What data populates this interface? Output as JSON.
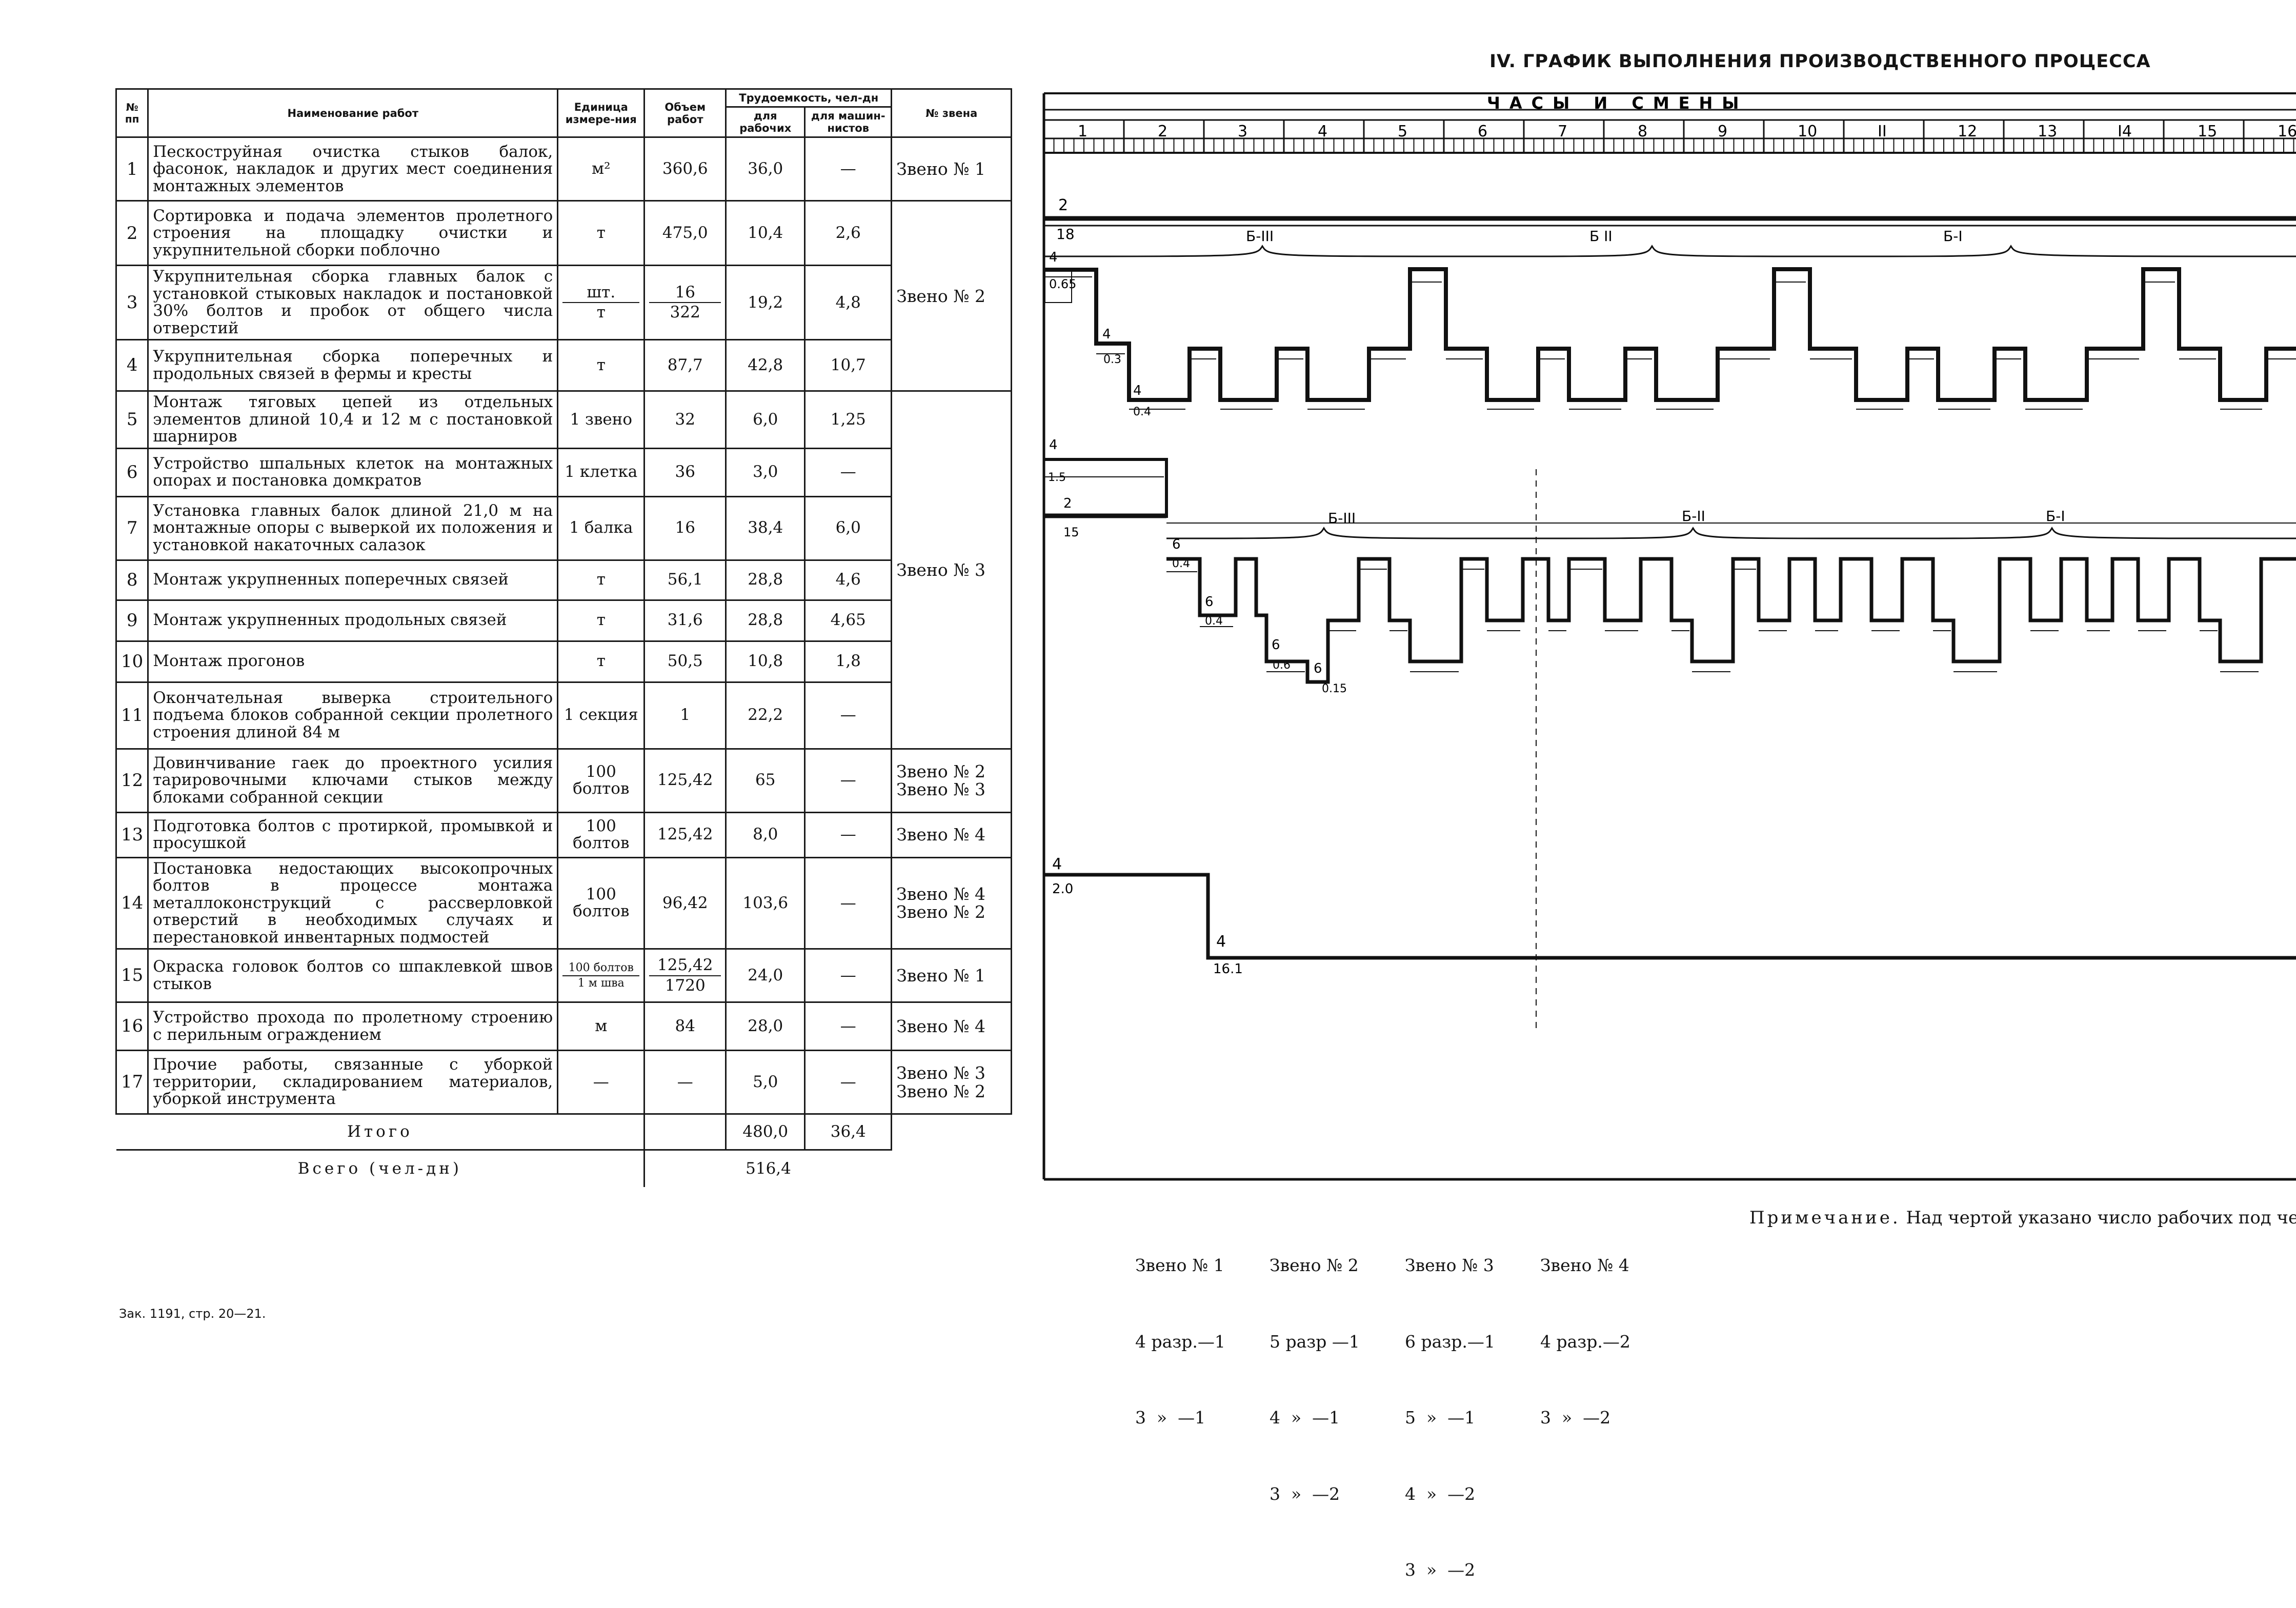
{
  "title": "IV. ГРАФИК ВЫПОЛНЕНИЯ ПРОИЗВОДСТВЕННОГО ПРОЦЕССА",
  "table": {
    "headers": {
      "num": "№ пп",
      "name": "Наименование работ",
      "unit": "Единица измере-ния",
      "volume": "Объем работ",
      "labor": "Трудоемкость, чел-дн",
      "labor_workers": "для рабочих",
      "labor_machinists": "для машин-нистов",
      "brigade": "№ звена"
    },
    "rows": [
      {
        "num": "1",
        "name": "Пескоструйная очистка стыков балок, фасонок, накладок и других мест соединения монтажных элементов",
        "unit": "м²",
        "volume": "360,6",
        "workers": "36,0",
        "machinists": "—"
      },
      {
        "num": "2",
        "name": "Сортировка и подача элементов пролетного строения на площадку очистки и укрупнительной сборки поблочно",
        "unit": "т",
        "volume": "475,0",
        "workers": "10,4",
        "machinists": "2,6"
      },
      {
        "num": "3",
        "name": "Укрупнительная сборка главных балок с установкой стыковых накладок и постановкой 30% болтов и пробок от общего числа отверстий",
        "unit_top": "шт.",
        "unit_bottom": "т",
        "volume_top": "16",
        "volume_bottom": "322",
        "workers": "19,2",
        "machinists": "4,8"
      },
      {
        "num": "4",
        "name": "Укрупнительная сборка поперечных и продольных связей в фермы и кресты",
        "unit": "т",
        "volume": "87,7",
        "workers": "42,8",
        "machinists": "10,7"
      },
      {
        "num": "5",
        "name": "Монтаж тяговых цепей из отдельных элементов длиной 10,4 и 12 м с постановкой шарниров",
        "unit": "1 звено",
        "volume": "32",
        "workers": "6,0",
        "machinists": "1,25"
      },
      {
        "num": "6",
        "name": "Устройство шпальных клеток на монтажных опорах и постановка домкратов",
        "unit": "1 клетка",
        "volume": "36",
        "workers": "3,0",
        "machinists": "—"
      },
      {
        "num": "7",
        "name": "Установка главных балок длиной 21,0 м на монтажные опоры с выверкой их положения и установкой накаточных салазок",
        "unit": "1 балка",
        "volume": "16",
        "workers": "38,4",
        "machinists": "6,0"
      },
      {
        "num": "8",
        "name": "Монтаж укрупненных поперечных связей",
        "unit": "т",
        "volume": "56,1",
        "workers": "28,8",
        "machinists": "4,6"
      },
      {
        "num": "9",
        "name": "Монтаж укрупненных продольных связей",
        "unit": "т",
        "volume": "31,6",
        "workers": "28,8",
        "machinists": "4,65"
      },
      {
        "num": "10",
        "name": "Монтаж прогонов",
        "unit": "т",
        "volume": "50,5",
        "workers": "10,8",
        "machinists": "1,8"
      },
      {
        "num": "11",
        "name": "Окончательная выверка строительного подъема блоков собранной секции пролетного строения длиной 84 м",
        "unit": "1 секция",
        "volume": "1",
        "workers": "22,2",
        "machinists": "—"
      },
      {
        "num": "12",
        "name": "Довинчивание гаек до проектного усилия тарировочными ключами стыков между блоками собранной секции",
        "unit": "100 болтов",
        "volume": "125,42",
        "workers": "65",
        "machinists": "—",
        "brigade": "Звено № 2\nЗвено № 3"
      },
      {
        "num": "13",
        "name": "Подготовка болтов с протиркой, промывкой и просушкой",
        "unit": "100 болтов",
        "volume": "125,42",
        "workers": "8,0",
        "machinists": "—",
        "brigade": "Звено № 4"
      },
      {
        "num": "14",
        "name": "Постановка недостающих высокопрочных болтов в процессе монтажа металлоконструкций с рассверловкой отверстий в необходимых случаях и перестановкой инвентарных подмостей",
        "unit": "100 болтов",
        "volume": "96,42",
        "workers": "103,6",
        "machinists": "—",
        "brigade": "Звено № 4\nЗвено № 2"
      },
      {
        "num": "15",
        "name": "Окраска головок болтов со шпаклевкой швов стыков",
        "unit_top": "100 болтов",
        "unit_bottom": "1 м шва",
        "volume_top": "125,42",
        "volume_bottom": "1720",
        "workers": "24,0",
        "machinists": "—",
        "brigade": "Звено № 1"
      },
      {
        "num": "16",
        "name": "Устройство прохода по пролетному строению с перильным ограждением",
        "unit": "м",
        "volume": "84",
        "workers": "28,0",
        "machinists": "—",
        "brigade": "Звено № 4"
      },
      {
        "num": "17",
        "name": "Прочие работы, связанные с уборкой территории, складированием материалов, уборкой инструмента",
        "unit": "—",
        "volume": "—",
        "workers": "5,0",
        "machinists": "—",
        "brigade": "Звено № 3\nЗвено № 2"
      }
    ],
    "brigade_groups": {
      "g1": "Звено № 1",
      "g2": "Звено № 2",
      "g3": "Звено № 3"
    },
    "total": {
      "label": "Итого",
      "workers": "480,0",
      "machinists": "36,4"
    },
    "grand_total": {
      "label": "Всего (чел-дн)",
      "value": "516,4"
    }
  },
  "schedule": {
    "header": "ЧАСЫ И СМЕНЫ",
    "shifts": [
      "1",
      "2",
      "3",
      "4",
      "5",
      "6",
      "7",
      "8",
      "9",
      "10",
      "II",
      "12",
      "13",
      "I4",
      "15",
      "16"
    ],
    "labels": {
      "r1_top": "2",
      "r2_top": "18",
      "r2_b3": "Б-III",
      "r2_b2": "Б II",
      "r2_b1": "Б-I",
      "r2_a": "4",
      "r2_b": "0.65",
      "r2_c": "4",
      "r2_d": "0.3",
      "r2_e": "4",
      "r2_f": "0.4",
      "r3_a": "4",
      "r3_b": "1.5",
      "r3_c": "2",
      "r3_d": "15",
      "r3_b3": "Б-III",
      "r3_b2": "Б-II",
      "r3_b1": "Б-I",
      "r3_e": "6",
      "r3_f": "0.4",
      "r3_g": "6",
      "r3_h": "0.4",
      "r3_i": "6",
      "r3_j": "0.6",
      "r3_k": "6",
      "r3_l": "0.15",
      "r4_a": "4",
      "r4_b": "2.0",
      "r4_c": "4",
      "r4_d": "16.1"
    }
  },
  "legend": [
    {
      "head": "Звено № 1",
      "lines": [
        "4 разр.—1",
        "3  »  —1"
      ]
    },
    {
      "head": "Звено № 2",
      "lines": [
        "5 разр —1",
        "4  »  —1",
        "3  »  —2"
      ]
    },
    {
      "head": "Звено № 3",
      "lines": [
        "6 разр.—1",
        "5  »  —1",
        "4  »  —2",
        "3  »  —2"
      ]
    },
    {
      "head": "Звено № 4",
      "lines": [
        "4 разр.—2",
        "3  »  —2"
      ]
    }
  ],
  "note": {
    "label": "Примечание.",
    "text": " Над чертой указано число рабочих под чер"
  },
  "footer": "Зак. 1191, стр. 20—21."
}
